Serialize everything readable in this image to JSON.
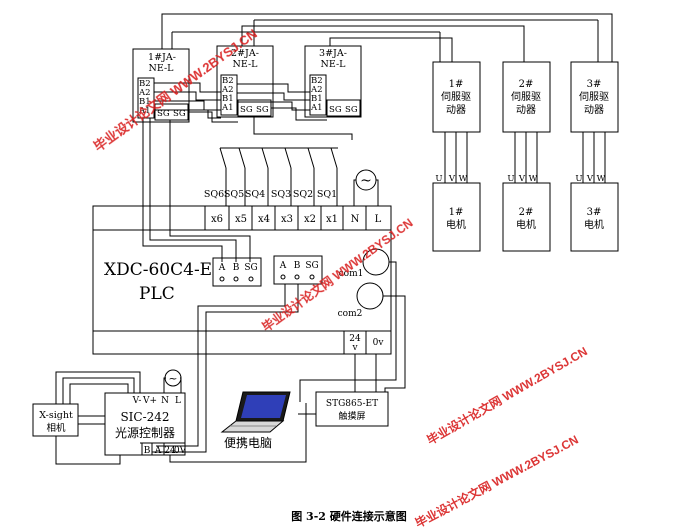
{
  "caption": "图 3-2  硬件连接示意图",
  "servo_amps": [
    {
      "name": "1#JA-NE-L",
      "l1": "1#JA-",
      "l2": "NE-L",
      "terms": [
        "B2",
        "A2",
        "B1",
        "A1"
      ],
      "sg": [
        "SG",
        "SG"
      ]
    },
    {
      "name": "2#JA-NE-L",
      "l1": "2#JA-",
      "l2": "NE-L",
      "terms": [
        "B2",
        "A2",
        "B1",
        "A1"
      ],
      "sg": [
        "SG",
        "SG"
      ]
    },
    {
      "name": "3#JA-NE-L",
      "l1": "3#JA-",
      "l2": "NE-L",
      "terms": [
        "B2",
        "A2",
        "B1",
        "A1"
      ],
      "sg": [
        "SG",
        "SG"
      ]
    }
  ],
  "drivers": [
    {
      "l1": "1#",
      "l2": "伺服驱",
      "l3": "动器",
      "uvw": [
        "U",
        "V",
        "W"
      ]
    },
    {
      "l1": "2#",
      "l2": "伺服驱",
      "l3": "动器",
      "uvw": [
        "U",
        "V",
        "W"
      ]
    },
    {
      "l1": "3#",
      "l2": "伺服驱",
      "l3": "动器",
      "uvw": [
        "U",
        "V",
        "W"
      ]
    }
  ],
  "motors": [
    {
      "l1": "1#",
      "l2": "电机"
    },
    {
      "l1": "2#",
      "l2": "电机"
    },
    {
      "l1": "3#",
      "l2": "电机"
    }
  ],
  "switch_labels": [
    "SQ6",
    "SQ5",
    "SQ4",
    "SQ3",
    "SQ2",
    "SQ1"
  ],
  "plc": {
    "model": "XDC-60C4-E",
    "type": "PLC",
    "inputs": [
      "x6",
      "x5",
      "x4",
      "x3",
      "x2",
      "x1",
      "N",
      "L"
    ],
    "port1": [
      "A",
      "B",
      "SG"
    ],
    "port2": [
      "A",
      "B",
      "SG"
    ],
    "com1": "com1",
    "com2": "com2",
    "power_24": "24",
    "power_v": "v",
    "power_0v": "0v"
  },
  "camera": {
    "l1": "X-sight",
    "l2": "相机"
  },
  "light_controller": {
    "model": "SIC-242",
    "name": "光源控制器",
    "top_terms": [
      "V-",
      "V+",
      "N",
      "L"
    ],
    "bottom_terms": [
      "B",
      "A",
      "24",
      "0V"
    ]
  },
  "touchscreen": {
    "model": "STG865-ET",
    "name": "触摸屏"
  },
  "laptop": {
    "label": "便携电脑"
  },
  "ac_symbol": "~",
  "watermarks": [
    "毕业设计论文网  WWW.2BYSJ.CN",
    "毕业设计论文网  WWW.2BYSJ.CN",
    "毕业设计论文网  WWW.2BYSJ.CN",
    "毕业设计论文网  WWW.2BYSJ.CN"
  ]
}
